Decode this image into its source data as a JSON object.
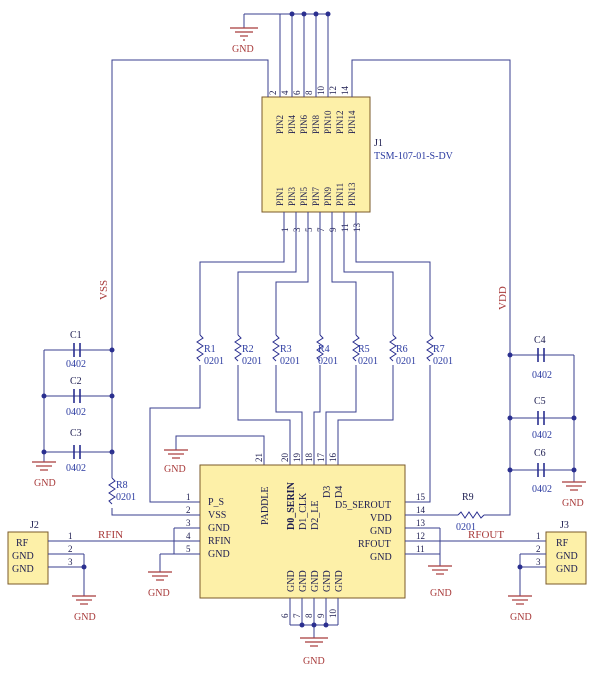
{
  "labels": {
    "gnd": "GND"
  },
  "nets": {
    "vss": "VSS",
    "vdd": "VDD",
    "rfin": "RFIN",
    "rfout": "RFOUT"
  },
  "j1": {
    "ref": "J1",
    "part": "TSM-107-01-S-DV",
    "top_pins": [
      "PIN2",
      "PIN4",
      "PIN6",
      "PIN8",
      "PIN10",
      "PIN12",
      "PIN14"
    ],
    "bottom_pins": [
      "PIN1",
      "PIN3",
      "PIN5",
      "PIN7",
      "PIN9",
      "PIN11",
      "PIN13"
    ],
    "top_nums": [
      "2",
      "4",
      "6",
      "8",
      "10",
      "12",
      "14"
    ],
    "bottom_nums": [
      "1",
      "3",
      "5",
      "7",
      "9",
      "11",
      "13"
    ]
  },
  "resistors": [
    {
      "ref": "R1",
      "value": "0201"
    },
    {
      "ref": "R2",
      "value": "0201"
    },
    {
      "ref": "R3",
      "value": "0201"
    },
    {
      "ref": "R4",
      "value": "0201"
    },
    {
      "ref": "R5",
      "value": "0201"
    },
    {
      "ref": "R6",
      "value": "0201"
    },
    {
      "ref": "R7",
      "value": "0201"
    },
    {
      "ref": "R8",
      "value": "0201"
    },
    {
      "ref": "R9",
      "value": "0201"
    }
  ],
  "caps": [
    {
      "ref": "C1",
      "value": "0402"
    },
    {
      "ref": "C2",
      "value": "0402"
    },
    {
      "ref": "C3",
      "value": "0402"
    },
    {
      "ref": "C4",
      "value": "0402"
    },
    {
      "ref": "C5",
      "value": "0402"
    },
    {
      "ref": "C6",
      "value": "0402"
    }
  ],
  "u1": {
    "top_nums": [
      "21",
      "20",
      "19",
      "18",
      "17",
      "16"
    ],
    "top_labels": [
      "PADDLE",
      "D0_SERIN",
      "D1_CLK",
      "D2_LE",
      "D3",
      "D4"
    ],
    "left_nums": [
      "1",
      "2",
      "3",
      "4",
      "5"
    ],
    "left_labels": [
      "P_S",
      "VSS",
      "GND",
      "RFIN",
      "GND"
    ],
    "right_nums": [
      "15",
      "14",
      "13",
      "12",
      "11"
    ],
    "right_labels": [
      "D5_SEROUT",
      "VDD",
      "GND",
      "RFOUT",
      "GND"
    ],
    "bottom_nums": [
      "6",
      "7",
      "8",
      "9",
      "10"
    ]
  },
  "j2": {
    "ref": "J2",
    "pins": [
      "RF",
      "GND",
      "GND"
    ],
    "nums": [
      "1",
      "2",
      "3"
    ]
  },
  "j3": {
    "ref": "J3",
    "pins": [
      "RF",
      "GND",
      "GND"
    ],
    "nums": [
      "1",
      "2",
      "3"
    ]
  }
}
